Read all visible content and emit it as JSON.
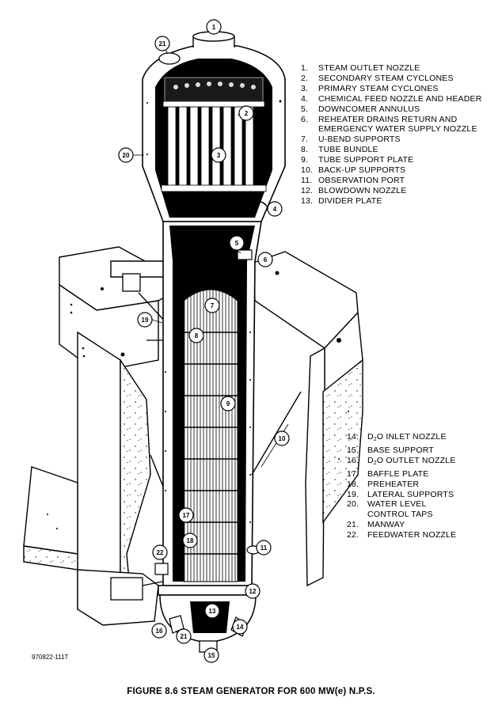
{
  "legend_top": [
    {
      "num": "1.",
      "label": "STEAM OUTLET NOZZLE"
    },
    {
      "num": "2.",
      "label": "SECONDARY STEAM CYCLONES"
    },
    {
      "num": "3.",
      "label": "PRIMARY STEAM CYCLONES"
    },
    {
      "num": "4.",
      "label": "CHEMICAL FEED NOZZLE AND HEADER"
    },
    {
      "num": "5.",
      "label": "DOWNCOMER ANNULUS"
    },
    {
      "num": "6.",
      "label": "REHEATER DRAINS RETURN AND",
      "cont": "EMERGENCY WATER SUPPLY NOZZLE"
    },
    {
      "num": "7.",
      "label": "U-BEND  SUPPORTS"
    },
    {
      "num": "8.",
      "label": "TUBE BUNDLE"
    },
    {
      "num": "9.",
      "label": "TUBE SUPPORT PLATE"
    },
    {
      "num": "10.",
      "label": "BACK-UP SUPPORTS"
    },
    {
      "num": "11.",
      "label": "OBSERVATION PORT"
    },
    {
      "num": "12.",
      "label": "BLOWDOWN NOZZLE"
    },
    {
      "num": "13.",
      "label": "DIVIDER PLATE"
    }
  ],
  "legend_bottom": [
    {
      "num": "14.",
      "label_pre": "D",
      "label_sub": "2",
      "label_post": "O INLET NOZZLE"
    },
    {
      "num": "15.",
      "label_pre": "BASE SUPPORT"
    },
    {
      "num": "16.",
      "label_pre": "D",
      "label_sub": "2",
      "label_post": "O OUTLET NOZZLE"
    },
    {
      "num": "17.",
      "label_pre": "BAFFLE PLATE"
    },
    {
      "num": "18.",
      "label_pre": "PREHEATER"
    },
    {
      "num": "19.",
      "label_pre": "LATERAL SUPPORTS"
    },
    {
      "num": "20.",
      "label_pre": "WATER LEVEL",
      "cont": "CONTROL TAPS"
    },
    {
      "num": "21.",
      "label_pre": "MANWAY"
    },
    {
      "num": "22.",
      "label_pre": "FEEDWATER NOZZLE"
    }
  ],
  "callouts": [
    "1",
    "2",
    "3",
    "4",
    "5",
    "6",
    "7",
    "8",
    "9",
    "10",
    "11",
    "12",
    "13",
    "14",
    "15",
    "16",
    "17",
    "18",
    "19",
    "20",
    "21",
    "21",
    "22"
  ],
  "drawing_id": "970822-111T",
  "caption": "FIGURE 8.6 STEAM GENERATOR FOR 600 MW(e) N.P.S."
}
